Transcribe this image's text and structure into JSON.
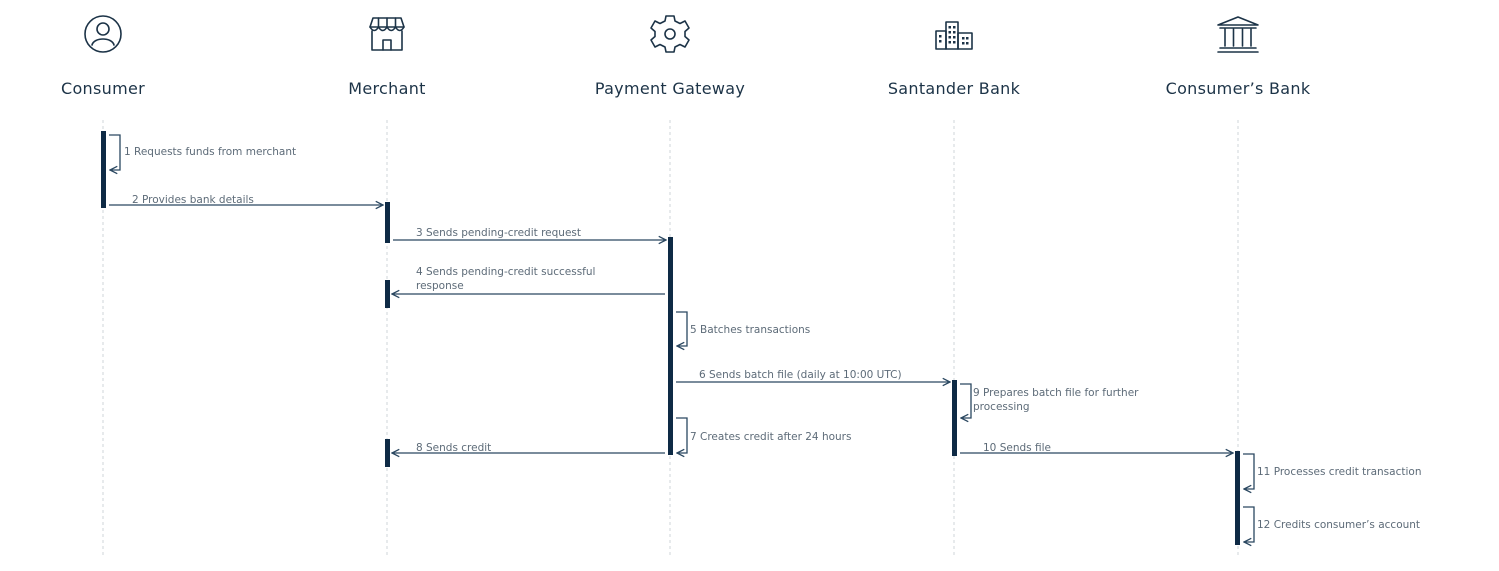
{
  "participants": [
    {
      "label": "Consumer",
      "icon": "user-circle-icon"
    },
    {
      "label": "Merchant",
      "icon": "storefront-icon"
    },
    {
      "label": "Payment Gateway",
      "icon": "gear-icon"
    },
    {
      "label": "Santander Bank",
      "icon": "office-building-icon"
    },
    {
      "label": "Consumer’s Bank",
      "icon": "bank-columns-icon"
    }
  ],
  "messages": [
    {
      "label": "1 Requests funds from merchant",
      "from": "Consumer",
      "to": "Consumer"
    },
    {
      "label": "2 Provides bank details",
      "from": "Consumer",
      "to": "Merchant"
    },
    {
      "label": "3 Sends pending-credit request",
      "from": "Merchant",
      "to": "Payment Gateway"
    },
    {
      "label": [
        "4 Sends pending-credit successful",
        "response"
      ],
      "from": "Payment Gateway",
      "to": "Merchant"
    },
    {
      "label": "5 Batches transactions",
      "from": "Payment Gateway",
      "to": "Payment Gateway"
    },
    {
      "label": "6 Sends batch file (daily at 10:00 UTC)",
      "from": "Payment Gateway",
      "to": "Santander Bank"
    },
    {
      "label": [
        "9 Prepares batch file for further",
        "processing"
      ],
      "from": "Santander Bank",
      "to": "Santander Bank"
    },
    {
      "label": "7 Creates credit after 24 hours",
      "from": "Payment Gateway",
      "to": "Payment Gateway"
    },
    {
      "label": "8 Sends credit",
      "from": "Payment Gateway",
      "to": "Merchant"
    },
    {
      "label": "10 Sends file",
      "from": "Santander Bank",
      "to": "Consumer’s Bank"
    },
    {
      "label": "11 Processes credit transaction",
      "from": "Consumer’s Bank",
      "to": "Consumer’s Bank"
    },
    {
      "label": "12 Credits consumer’s account",
      "from": "Consumer’s Bank",
      "to": "Consumer’s Bank"
    }
  ],
  "colors": {
    "activation": "#0e2a45",
    "arrow": "#2a4760",
    "text_dark": "#1c3347",
    "text_muted": "#5d6b78",
    "lifeline": "#cfd5da"
  }
}
